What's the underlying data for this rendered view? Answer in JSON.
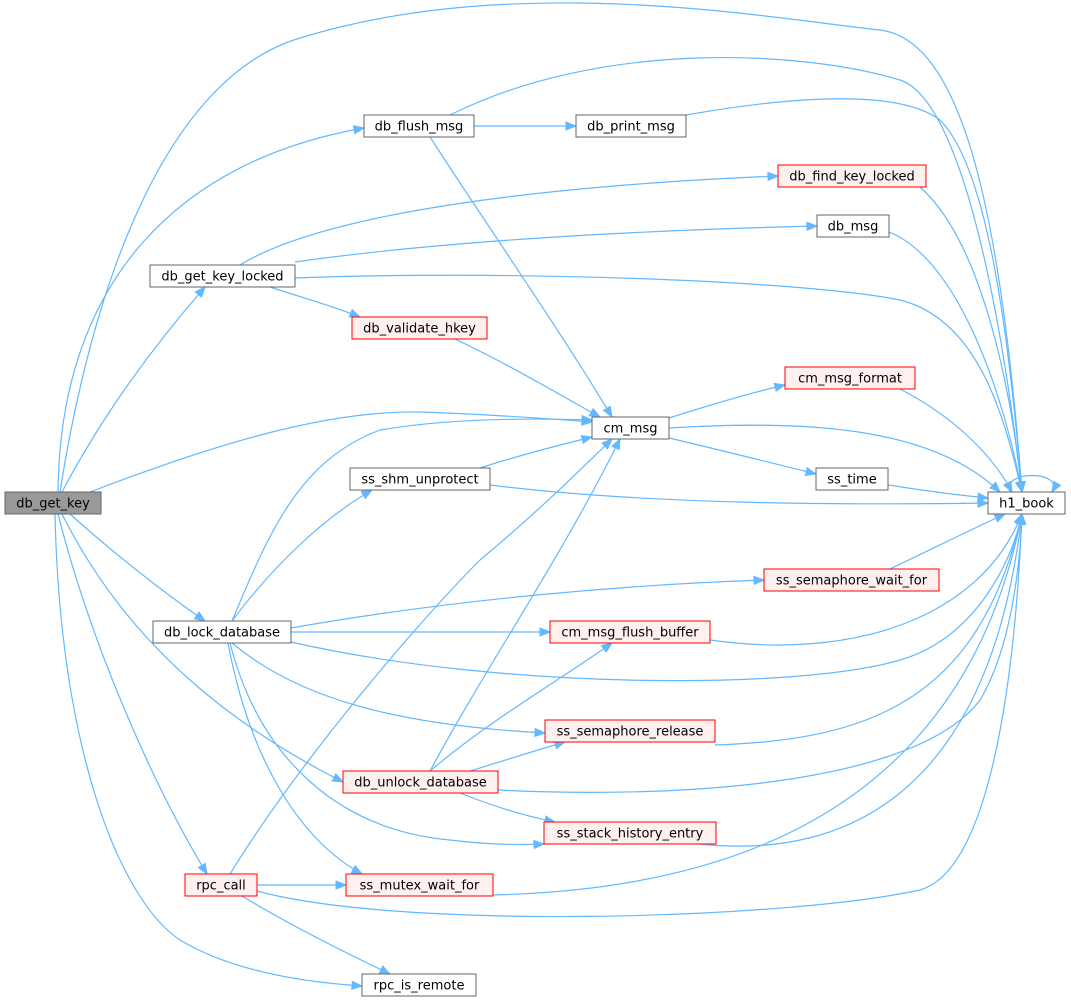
{
  "colors": {
    "edge": "#63b8ff",
    "node_border": "#666666",
    "node_fill": "#ffffff",
    "root_fill": "#999999",
    "highlight_border": "#ff0000",
    "highlight_fill": "#fff0f0"
  },
  "nodes": [
    {
      "id": "db_get_key",
      "label": "db_get_key",
      "kind": "root"
    },
    {
      "id": "db_flush_msg",
      "label": "db_flush_msg",
      "kind": "normal"
    },
    {
      "id": "db_print_msg",
      "label": "db_print_msg",
      "kind": "normal"
    },
    {
      "id": "db_find_key_locked",
      "label": "db_find_key_locked",
      "kind": "red"
    },
    {
      "id": "db_msg",
      "label": "db_msg",
      "kind": "normal"
    },
    {
      "id": "db_get_key_locked",
      "label": "db_get_key_locked",
      "kind": "normal"
    },
    {
      "id": "db_validate_hkey",
      "label": "db_validate_hkey",
      "kind": "red"
    },
    {
      "id": "cm_msg_format",
      "label": "cm_msg_format",
      "kind": "red"
    },
    {
      "id": "cm_msg",
      "label": "cm_msg",
      "kind": "normal"
    },
    {
      "id": "ss_shm_unprotect",
      "label": "ss_shm_unprotect",
      "kind": "normal"
    },
    {
      "id": "ss_time",
      "label": "ss_time",
      "kind": "normal"
    },
    {
      "id": "h1_book",
      "label": "h1_book",
      "kind": "normal"
    },
    {
      "id": "ss_semaphore_wait_for",
      "label": "ss_semaphore_wait_for",
      "kind": "red"
    },
    {
      "id": "db_lock_database",
      "label": "db_lock_database",
      "kind": "normal"
    },
    {
      "id": "cm_msg_flush_buffer",
      "label": "cm_msg_flush_buffer",
      "kind": "red"
    },
    {
      "id": "ss_semaphore_release",
      "label": "ss_semaphore_release",
      "kind": "red"
    },
    {
      "id": "db_unlock_database",
      "label": "db_unlock_database",
      "kind": "red"
    },
    {
      "id": "ss_stack_history_entry",
      "label": "ss_stack_history_entry",
      "kind": "red"
    },
    {
      "id": "rpc_call",
      "label": "rpc_call",
      "kind": "red"
    },
    {
      "id": "ss_mutex_wait_for",
      "label": "ss_mutex_wait_for",
      "kind": "red"
    },
    {
      "id": "rpc_is_remote",
      "label": "rpc_is_remote",
      "kind": "normal"
    }
  ],
  "edges": [
    {
      "from": "db_get_key",
      "to": "h1_book"
    },
    {
      "from": "db_get_key",
      "to": "db_flush_msg"
    },
    {
      "from": "db_get_key",
      "to": "db_get_key_locked"
    },
    {
      "from": "db_get_key",
      "to": "cm_msg"
    },
    {
      "from": "db_get_key",
      "to": "db_lock_database"
    },
    {
      "from": "db_get_key",
      "to": "db_unlock_database"
    },
    {
      "from": "db_get_key",
      "to": "rpc_call"
    },
    {
      "from": "db_get_key",
      "to": "rpc_is_remote"
    },
    {
      "from": "db_flush_msg",
      "to": "db_print_msg"
    },
    {
      "from": "db_flush_msg",
      "to": "h1_book"
    },
    {
      "from": "db_flush_msg",
      "to": "cm_msg"
    },
    {
      "from": "db_print_msg",
      "to": "h1_book"
    },
    {
      "from": "db_get_key_locked",
      "to": "db_get_key_locked"
    },
    {
      "from": "db_get_key_locked",
      "to": "db_find_key_locked"
    },
    {
      "from": "db_get_key_locked",
      "to": "db_msg"
    },
    {
      "from": "db_get_key_locked",
      "to": "h1_book"
    },
    {
      "from": "db_get_key_locked",
      "to": "db_validate_hkey"
    },
    {
      "from": "db_find_key_locked",
      "to": "h1_book"
    },
    {
      "from": "db_msg",
      "to": "h1_book"
    },
    {
      "from": "db_validate_hkey",
      "to": "cm_msg"
    },
    {
      "from": "cm_msg",
      "to": "cm_msg_format"
    },
    {
      "from": "cm_msg",
      "to": "h1_book"
    },
    {
      "from": "cm_msg",
      "to": "ss_time"
    },
    {
      "from": "cm_msg_format",
      "to": "h1_book"
    },
    {
      "from": "ss_shm_unprotect",
      "to": "cm_msg"
    },
    {
      "from": "ss_shm_unprotect",
      "to": "h1_book"
    },
    {
      "from": "ss_time",
      "to": "h1_book"
    },
    {
      "from": "h1_book",
      "to": "h1_book"
    },
    {
      "from": "db_lock_database",
      "to": "cm_msg"
    },
    {
      "from": "db_lock_database",
      "to": "ss_shm_unprotect"
    },
    {
      "from": "db_lock_database",
      "to": "ss_semaphore_wait_for"
    },
    {
      "from": "db_lock_database",
      "to": "cm_msg_flush_buffer"
    },
    {
      "from": "db_lock_database",
      "to": "h1_book"
    },
    {
      "from": "db_lock_database",
      "to": "ss_semaphore_release"
    },
    {
      "from": "db_lock_database",
      "to": "ss_stack_history_entry"
    },
    {
      "from": "db_lock_database",
      "to": "ss_mutex_wait_for"
    },
    {
      "from": "ss_semaphore_wait_for",
      "to": "h1_book"
    },
    {
      "from": "cm_msg_flush_buffer",
      "to": "h1_book"
    },
    {
      "from": "ss_semaphore_release",
      "to": "h1_book"
    },
    {
      "from": "db_unlock_database",
      "to": "cm_msg"
    },
    {
      "from": "db_unlock_database",
      "to": "cm_msg_flush_buffer"
    },
    {
      "from": "db_unlock_database",
      "to": "ss_semaphore_release"
    },
    {
      "from": "db_unlock_database",
      "to": "h1_book"
    },
    {
      "from": "db_unlock_database",
      "to": "ss_stack_history_entry"
    },
    {
      "from": "ss_stack_history_entry",
      "to": "h1_book"
    },
    {
      "from": "rpc_call",
      "to": "cm_msg"
    },
    {
      "from": "rpc_call",
      "to": "ss_mutex_wait_for"
    },
    {
      "from": "rpc_call",
      "to": "h1_book"
    },
    {
      "from": "rpc_call",
      "to": "rpc_is_remote"
    },
    {
      "from": "ss_mutex_wait_for",
      "to": "h1_book"
    }
  ]
}
